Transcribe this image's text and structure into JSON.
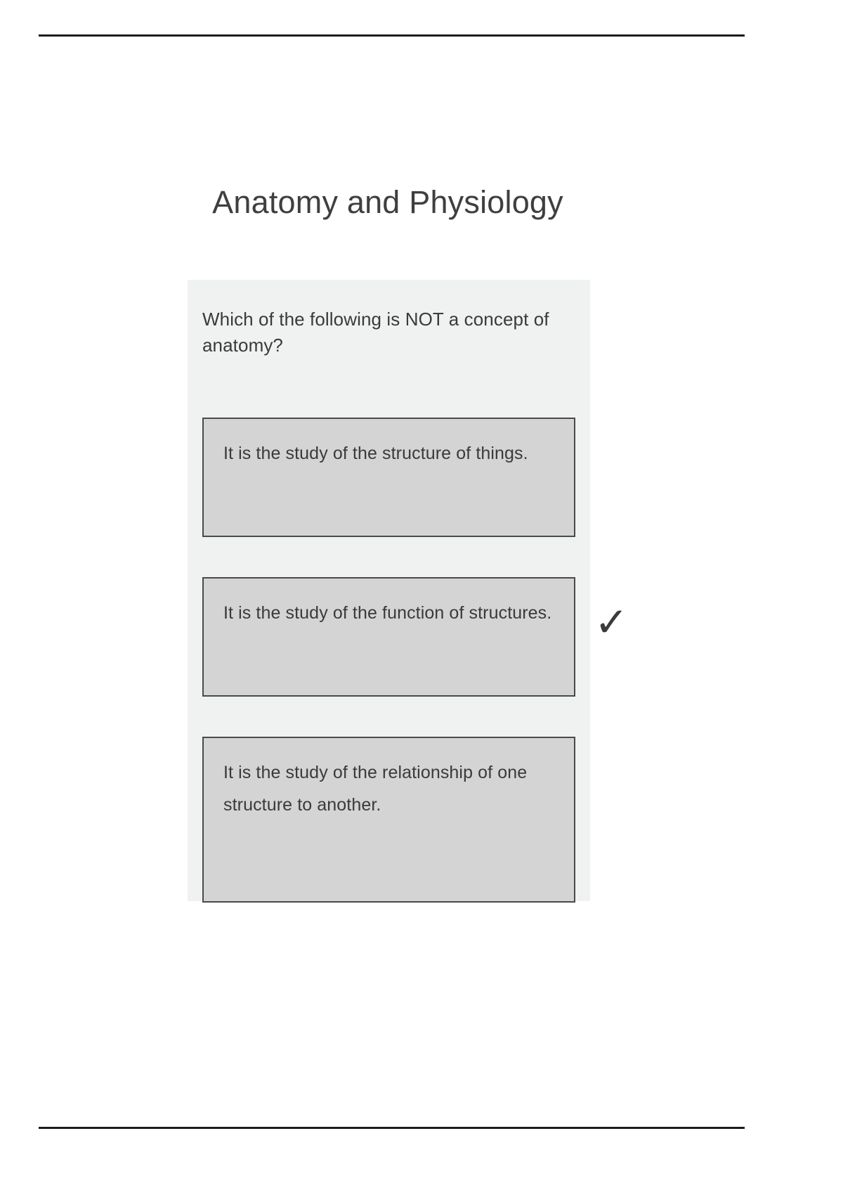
{
  "document": {
    "title": "Anatomy and Physiology",
    "rules": {
      "top_divider": "horizontal-rule",
      "bottom_divider": "horizontal-rule"
    }
  },
  "quiz": {
    "question": "Which of the following is NOT a concept of anatomy?",
    "correct_mark": "✓",
    "correct_option_index": 1,
    "options": [
      {
        "id": "option-1",
        "text": "It is the study of the structure of things.",
        "selected": false,
        "marked_correct": false
      },
      {
        "id": "option-2",
        "text": "It is the study of the function of structures.",
        "selected": false,
        "marked_correct": true
      },
      {
        "id": "option-3",
        "text": "It is the study of the relationship of one structure to another.",
        "selected": false,
        "marked_correct": false
      }
    ]
  },
  "colors": {
    "page_background": "#ffffff",
    "card_background": "#f0f1f1",
    "option_background": "#d4d4d4",
    "option_border": "#4a4a4a",
    "text": "#3a3a3a",
    "rule": "#1c1c1c"
  }
}
